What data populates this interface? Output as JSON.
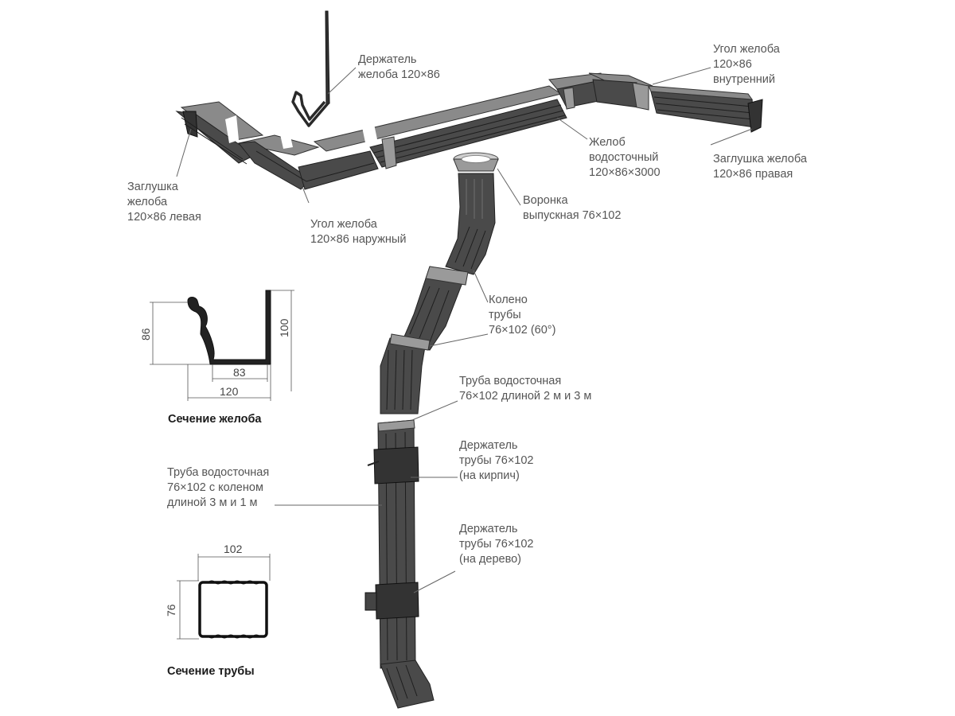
{
  "labels": {
    "gutter_holder": [
      "Держатель",
      "желоба 120×86"
    ],
    "inner_corner": [
      "Угол желоба",
      "120×86",
      "внутренний"
    ],
    "end_cap_left": [
      "Заглушка",
      "желоба",
      "120×86 левая"
    ],
    "outer_corner": [
      "Угол желоба",
      "120×86 наружный"
    ],
    "gutter": [
      "Желоб",
      "водосточный",
      "120×86×3000"
    ],
    "end_cap_right": [
      "Заглушка желоба",
      "120×86 правая"
    ],
    "outlet": [
      "Воронка",
      "выпускная 76×102"
    ],
    "elbow": [
      "Колено",
      "трубы",
      "76×102 (60°)"
    ],
    "downpipe": [
      "Труба водосточная",
      "76×102 длиной 2 м и 3 м"
    ],
    "bracket_brick": [
      "Держатель",
      "трубы 76×102",
      "(на кирпич)"
    ],
    "downpipe_with_elbow": [
      "Труба водосточная",
      "76×102 с коленом",
      "длиной 3 м и 1 м"
    ],
    "bracket_wood": [
      "Держатель",
      "трубы 76×102",
      "(на дерево)"
    ]
  },
  "gutter_section": {
    "caption": "Сечение желоба",
    "dims": {
      "height_inner": "86",
      "height_outer": "100",
      "bottom": "83",
      "width": "120"
    }
  },
  "pipe_section": {
    "caption": "Сечение трубы",
    "dims": {
      "width": "102",
      "height": "76"
    }
  }
}
